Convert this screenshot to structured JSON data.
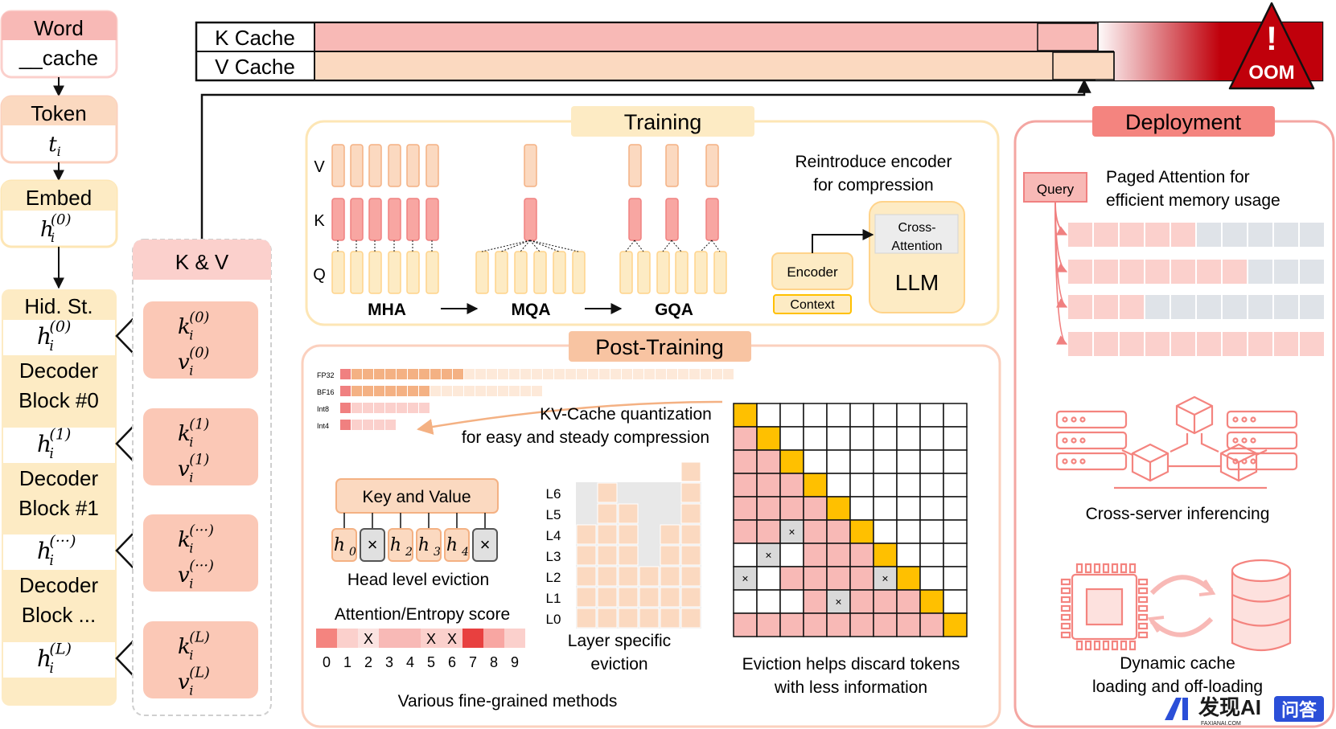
{
  "left_column": {
    "word_label": "Word",
    "word_value": "__cache",
    "token_label": "Token",
    "token_var": "t",
    "token_sub": "i",
    "embed_label": "Embed",
    "hid_label": "Hid. St.",
    "h_var": "h",
    "sub_i": "i",
    "sup_embed": "(0)",
    "states": [
      {
        "sup": "(0)",
        "decoder_line1": "Decoder",
        "decoder_line2": "Block #0"
      },
      {
        "sup": "(1)",
        "decoder_line1": "Decoder",
        "decoder_line2": "Block #1"
      },
      {
        "sup": "(···)",
        "decoder_line1": "Decoder",
        "decoder_line2": "Block ..."
      },
      {
        "sup": "(L)"
      }
    ]
  },
  "kv_column": {
    "title": "K & V",
    "k_var": "k",
    "v_var": "v",
    "items": [
      "(0)",
      "(1)",
      "(···)",
      "(L)"
    ]
  },
  "cache_bar": {
    "k_label": "K Cache",
    "v_label": "V Cache",
    "oom_label": "OOM",
    "oom_mark": "!"
  },
  "training": {
    "title": "Training",
    "row_labels": [
      "V",
      "K",
      "Q"
    ],
    "methods": [
      "MHA",
      "MQA",
      "GQA"
    ],
    "encoder_caption_line1": "Reintroduce encoder",
    "encoder_caption_line2": "for compression",
    "encoder_label": "Encoder",
    "context_label": "Context",
    "cross_attention_line1": "Cross-",
    "cross_attention_line2": "Attention",
    "llm_label": "LLM"
  },
  "post_training": {
    "title": "Post-Training",
    "quant_formats": [
      "FP32",
      "BF16",
      "Int8",
      "Int4"
    ],
    "quant_caption_line1": "KV-Cache quantization",
    "quant_caption_line2": "for easy and steady compression",
    "head_box_label": "Key and Value",
    "heads": [
      {
        "label": "h",
        "sub": "0",
        "evicted": false
      },
      {
        "label": "×",
        "sub": "",
        "evicted": true
      },
      {
        "label": "h",
        "sub": "2",
        "evicted": false
      },
      {
        "label": "h",
        "sub": "3",
        "evicted": false
      },
      {
        "label": "h",
        "sub": "4",
        "evicted": false
      },
      {
        "label": "×",
        "sub": "",
        "evicted": true
      }
    ],
    "head_caption": "Head level eviction",
    "score_title": "Attention/Entropy score",
    "score_indices": [
      "0",
      "1",
      "2",
      "3",
      "4",
      "5",
      "6",
      "7",
      "8",
      "9"
    ],
    "score_marks": [
      "",
      "",
      "X",
      "",
      "",
      "X",
      "X",
      "",
      "",
      ""
    ],
    "layer_labels": [
      "L6",
      "L5",
      "L4",
      "L3",
      "L2",
      "L1",
      "L0"
    ],
    "layer_caption_line1": "Layer specific",
    "layer_caption_line2": "eviction",
    "eviction_caption_line1": "Eviction helps discard tokens",
    "eviction_caption_line2": "with less information",
    "bottom_caption": "Various fine-grained methods",
    "x_mark": "×"
  },
  "deployment": {
    "title": "Deployment",
    "query_label": "Query",
    "paged_caption_line1": "Paged Attention for",
    "paged_caption_line2": "efficient memory usage",
    "cross_server_caption": "Cross-server inferencing",
    "dynamic_caption_line1": "Dynamic cache",
    "dynamic_caption_line2": "loading and off-loading"
  },
  "watermark": {
    "logo_text": "发现AI",
    "logo_sub": "FAXIANAI.COM",
    "badge": "问答"
  },
  "colors": {
    "pink": "#f8b9b6",
    "pink_light": "#fde1de",
    "peach": "#fbd9c0",
    "peach_light": "#fde9d9",
    "orange_border": "#f4b183",
    "yellow_fill": "#fdebc4",
    "yellow_border": "#ffd38a",
    "gold": "#ffc000",
    "red": "#c0000b",
    "salmon": "#f08080",
    "gray": "#e6e6e6"
  }
}
